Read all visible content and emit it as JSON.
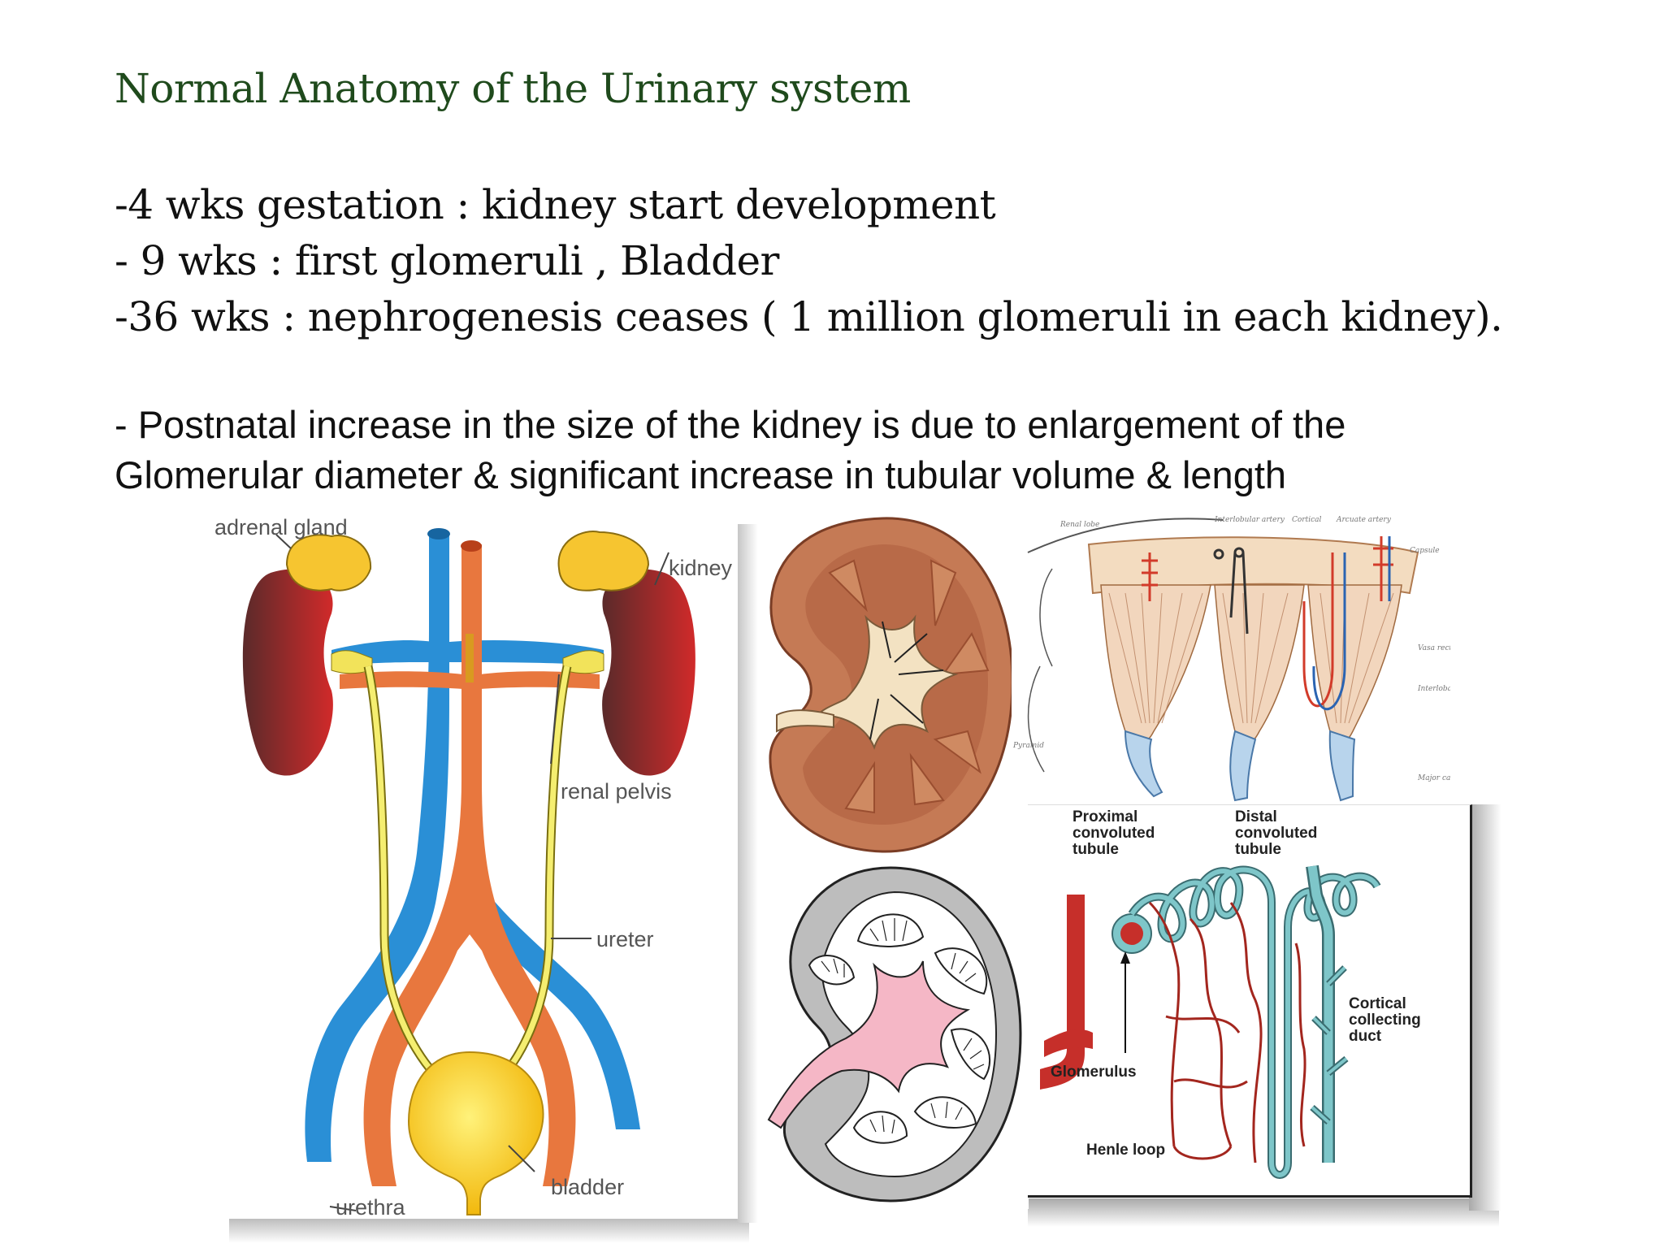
{
  "title": "Normal Anatomy of the Urinary system",
  "bullets": [
    "-4 wks  gestation : kidney  start development",
    "- 9 wks : first glomeruli , Bladder",
    "-36 wks : nephrogenesis  ceases ( 1 million glomeruli in each kidney)."
  ],
  "note_lines": [
    "- Postnatal increase in the size of the kidney is due to enlargement of the",
    "Glomerular diameter & significant increase in tubular volume & length"
  ],
  "figure_urinary": {
    "adrenal_gland": "adrenal gland",
    "kidney": "kidney",
    "renal_pelvis": "renal pelvis",
    "ureter": "ureter",
    "bladder": "bladder",
    "urethra": "urethra"
  },
  "figure_nephron": {
    "proximal": "Proximal convoluted tubule",
    "distal": "Distal convoluted tubule",
    "cortical": "Cortical collecting duct",
    "glomerulus": "Glomerulus",
    "henle": "Henle loop"
  },
  "colors": {
    "title": "#1f4a1c",
    "vein": "#2a8fd6",
    "artery": "#e8773e",
    "kidney": "#a12525",
    "ureter": "#f2e35a",
    "bladder": "#f6c915",
    "pelvis_pink": "#f5b7c6",
    "tubule": "#7ec6c9",
    "vessel_red": "#c62f2a"
  }
}
